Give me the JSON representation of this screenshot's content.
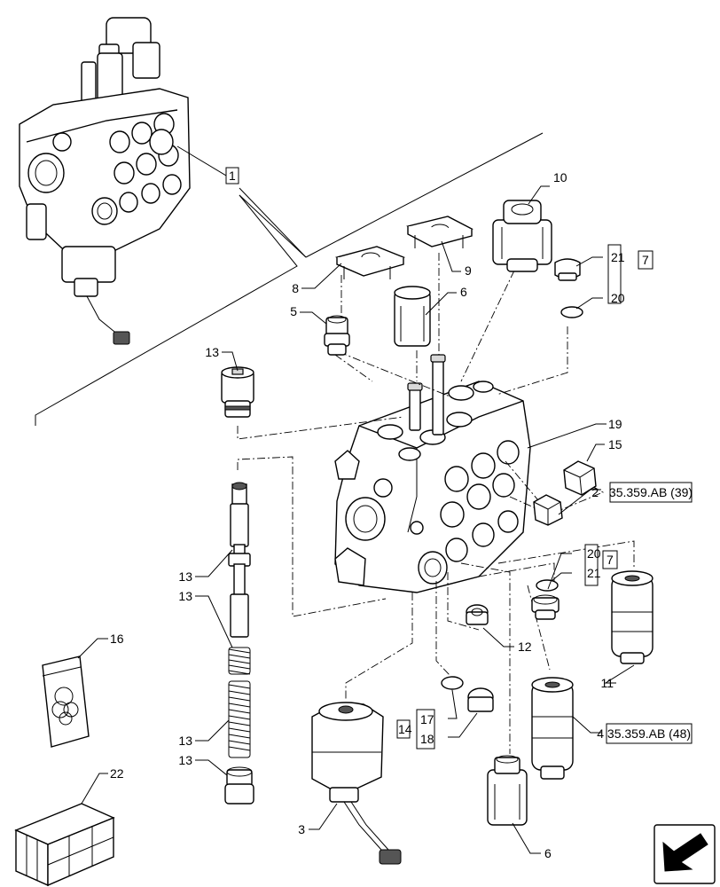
{
  "labels": {
    "p1": "1",
    "p2": "2",
    "p3": "3",
    "p4": "4",
    "p5": "5",
    "p6a": "6",
    "p6b": "6",
    "p7a": "7",
    "p7b": "7",
    "p8": "8",
    "p9": "9",
    "p10": "10",
    "p11": "11",
    "p12": "12",
    "p13a": "13",
    "p13b": "13",
    "p13c": "13",
    "p13d": "13",
    "p13e": "13",
    "p14": "14",
    "p15": "15",
    "p16": "16",
    "p17": "17",
    "p18": "18",
    "p19": "19",
    "p20a": "20",
    "p20b": "20",
    "p21a": "21",
    "p21b": "21",
    "p22": "22"
  },
  "refs": {
    "ref2": "35.359.AB (39)",
    "ref4": "35.359.AB (48)"
  },
  "icons": [
    "navigation-arrow-icon",
    "seal-kit-bag-icon",
    "shipping-crate-icon"
  ]
}
